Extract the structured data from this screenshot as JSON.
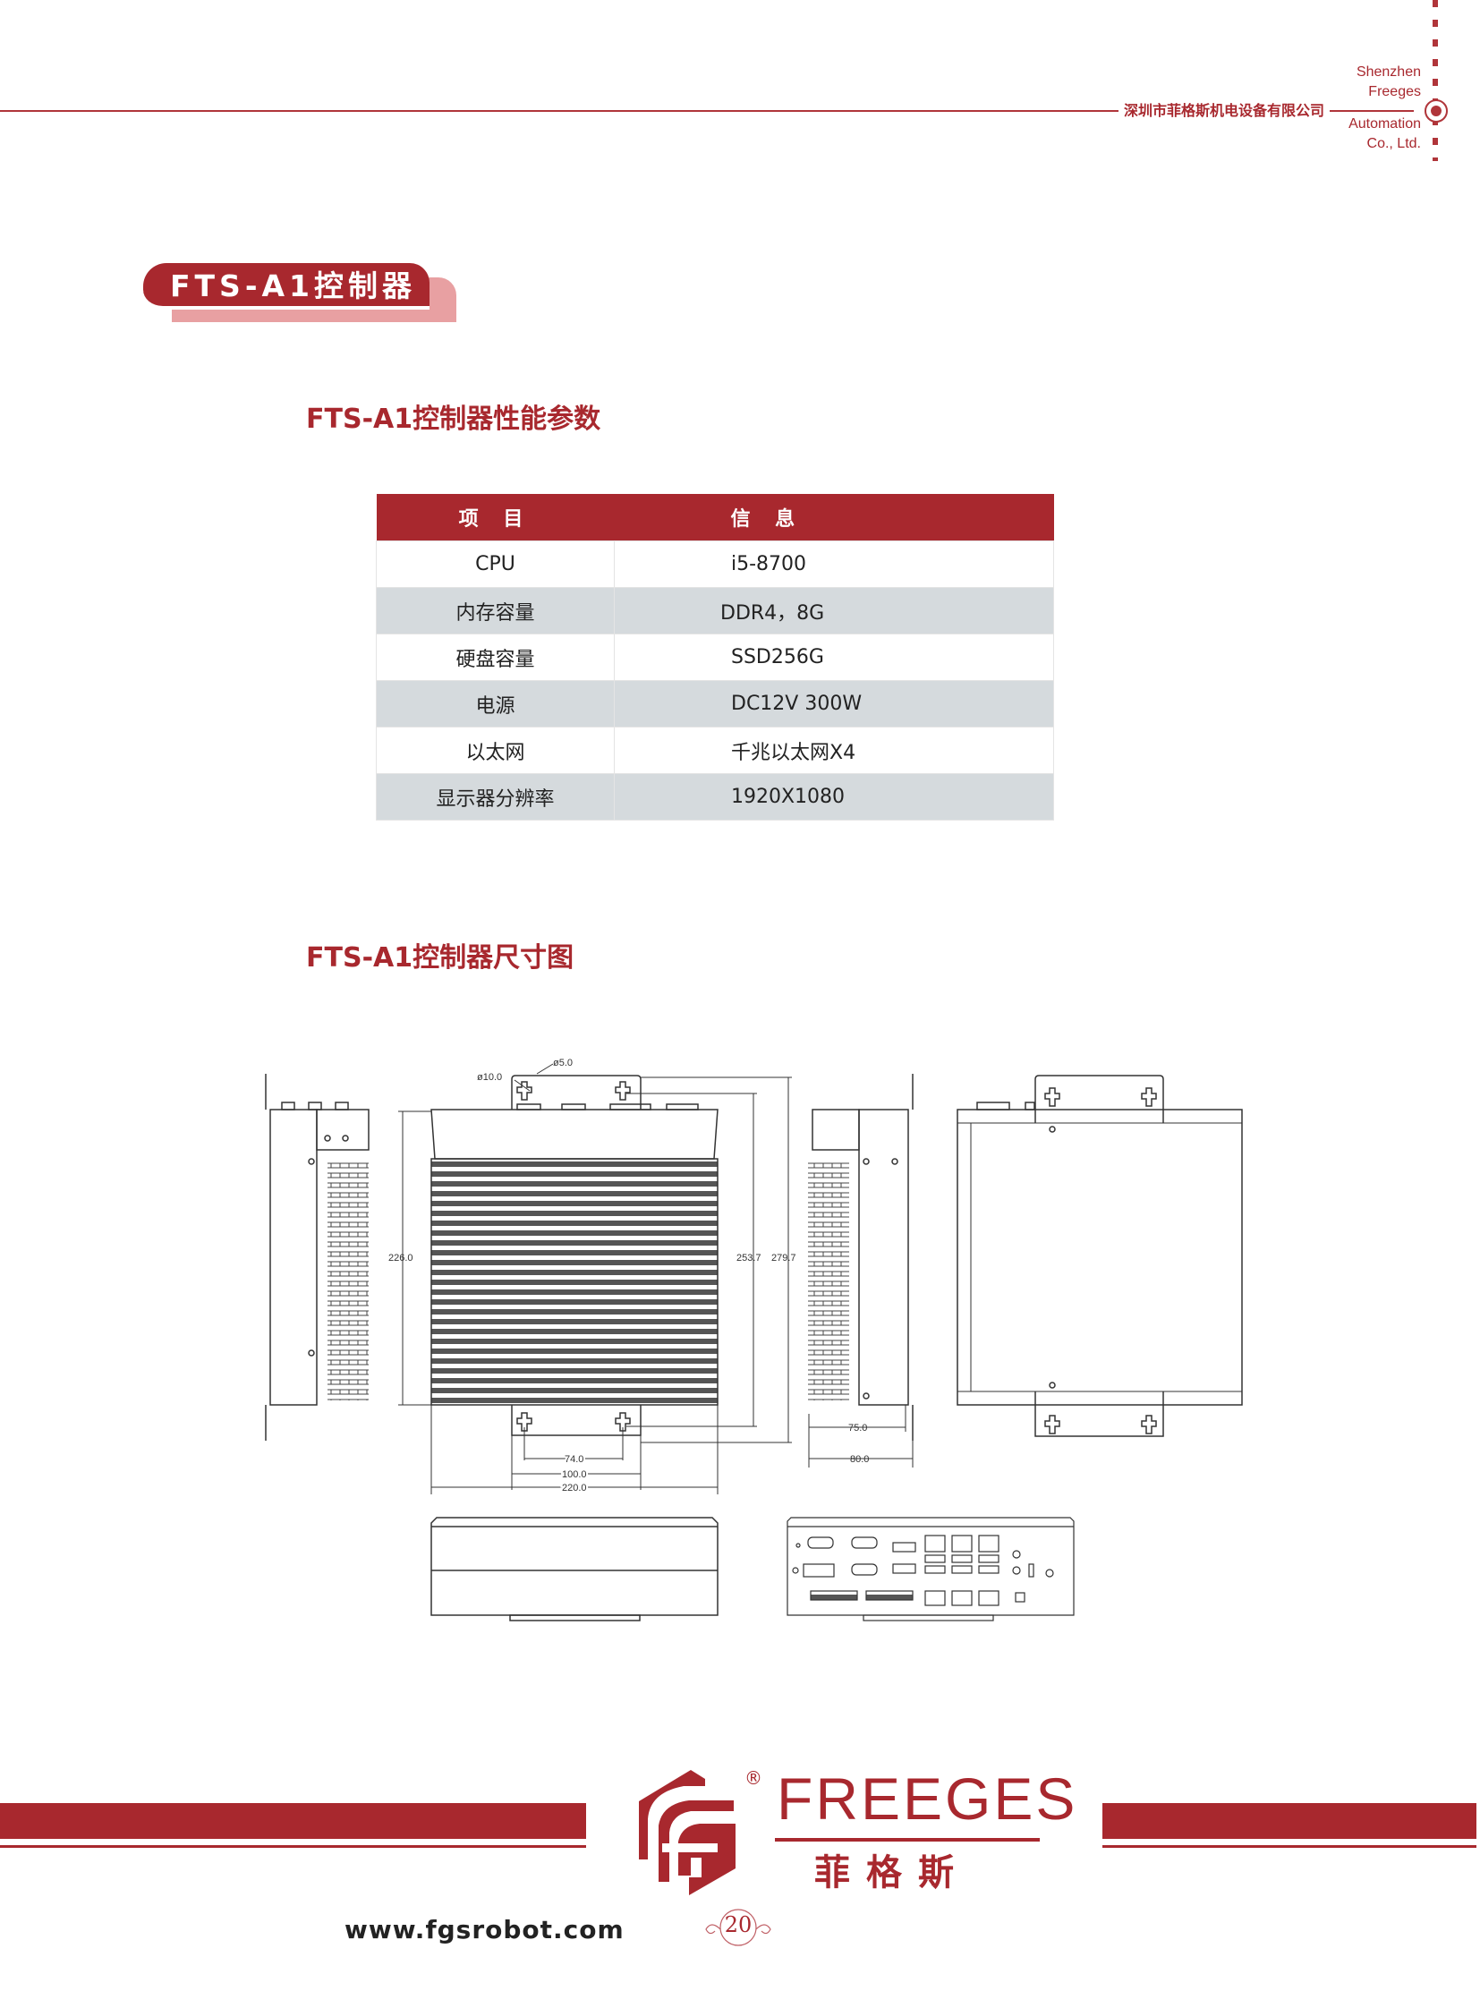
{
  "header": {
    "company_cn": "深圳市菲格斯机电设备有限公司",
    "company_en": [
      "Shenzhen",
      "Freeges",
      "Automation",
      "Co., Ltd."
    ]
  },
  "badge": {
    "label": "FTS-A1控制器"
  },
  "spec_section": {
    "title": "FTS-A1控制器性能参数",
    "columns": [
      "项 目",
      "信 息"
    ],
    "rows": [
      [
        "CPU",
        "i5-8700"
      ],
      [
        "内存容量",
        "DDR4，8G"
      ],
      [
        "硬盘容量",
        "SSD256G"
      ],
      [
        "电源",
        "DC12V 300W"
      ],
      [
        "以太网",
        "千兆以太网X4"
      ],
      [
        "显示器分辨率",
        "1920X1080"
      ]
    ]
  },
  "dimension_section": {
    "title": "FTS-A1控制器尺寸图",
    "labels": {
      "hole_outer": "ø10.0",
      "hole_inner": "ø5.0",
      "height_body": "226.0",
      "height_hole": "253.7",
      "height_total": "279.7",
      "hole_spacing": "74.0",
      "bracket_width": "100.0",
      "body_width": "220.0",
      "depth_body": "75.0",
      "depth_total": "80.0"
    }
  },
  "footer": {
    "brand_en": "FREEGES",
    "brand_cn": "菲格斯",
    "registered": "®",
    "website": "www.fgsrobot.com",
    "page_number": "20"
  },
  "colors": {
    "brand": "#a8282e",
    "shadow": "#e8a0a2",
    "row_alt": "#d5dadd"
  }
}
